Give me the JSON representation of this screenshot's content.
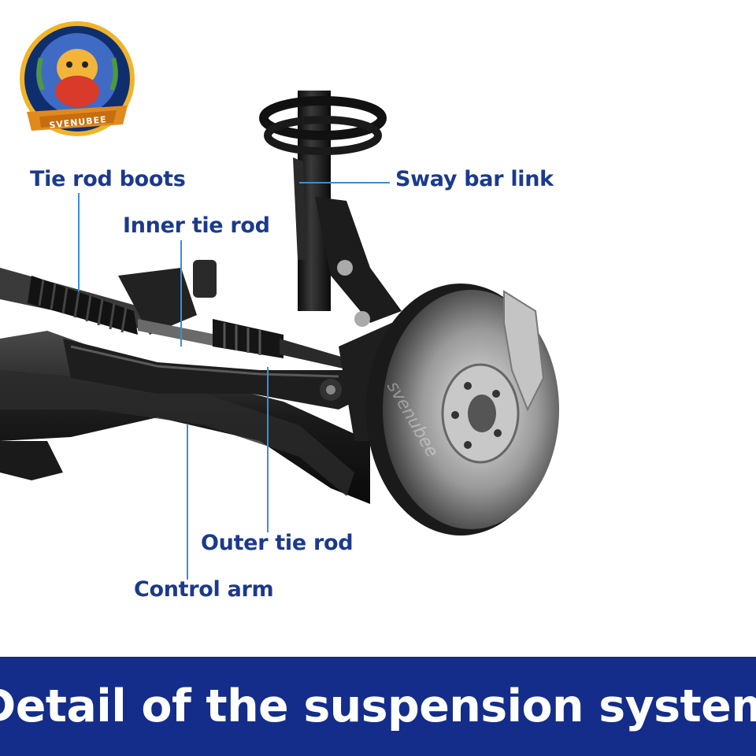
{
  "brand": {
    "logo_text": "SVENUBEE",
    "watermark": "svenubee"
  },
  "labels": {
    "tie_rod_boots": "Tie rod boots",
    "inner_tie_rod": "Inner tie rod",
    "sway_bar_link": "Sway bar link",
    "outer_tie_rod": "Outer tie rod",
    "control_arm": "Control arm"
  },
  "banner": {
    "title": "Detail of the suspension system"
  },
  "colors": {
    "label": "#1b3a8c",
    "leader_line": "#3a8fd6",
    "banner_bg": "#142d8a",
    "banner_text": "#ffffff"
  }
}
